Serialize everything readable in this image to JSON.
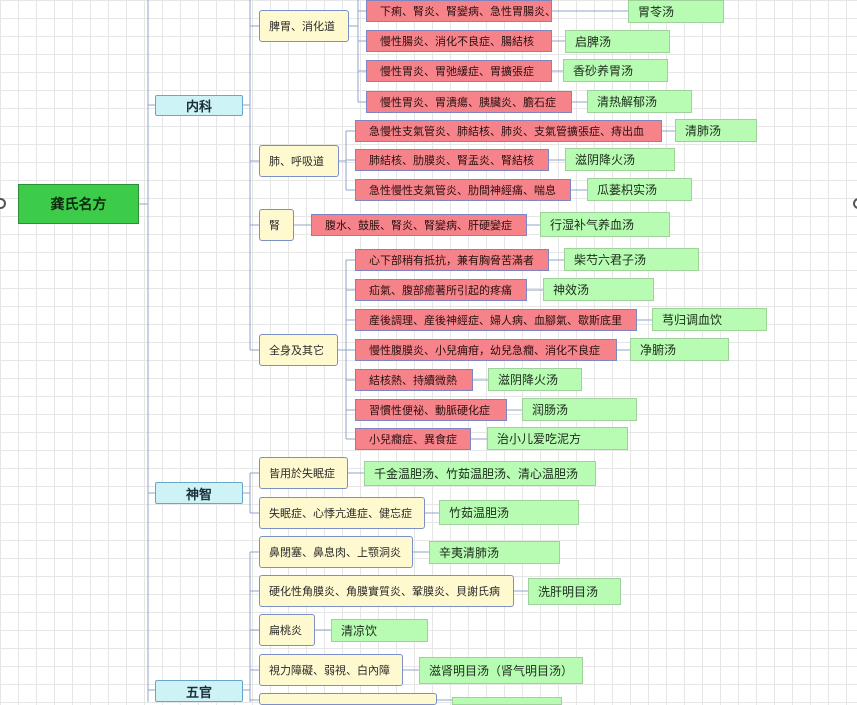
{
  "root": "龚氏名方",
  "categories": {
    "neike": "内科",
    "shenzhi": "神智",
    "wuguan": "五官"
  },
  "systems": {
    "piwei": "脾胃、消化道",
    "fei": "肺、呼吸道",
    "shen": "腎",
    "quanshen": "全身及其它",
    "shimian1": "皆用於失眠症",
    "shimian2": "失眠症、心悸亢進症、健忘症",
    "bi": "鼻閉塞、鼻息肉、上颚洞炎",
    "yan": "硬化性角膜炎、角膜實質炎、鞏膜炎、貝謝氏病",
    "bian": "扁桃炎",
    "shili": "視力障礙、弱視、白內障"
  },
  "symptoms": {
    "pw1": "下痢、腎炎、腎變病、急性胃腸炎、腹痛下痢",
    "pw2": "慢性腸炎、消化不良症、腸結核",
    "pw3": "慢性胃炎、胃弛緩症、胃擴張症",
    "pw4": "慢性胃炎、胃潰瘍、胰臟炎、膽石症",
    "f1": "急慢性支氣管炎、肺結核、肺炎、支氣管擴張症、痔出血",
    "f2": "肺結核、肋膜炎、腎盂炎、腎結核",
    "f3": "急性慢性支氣管炎、肋間神經痛、喘息",
    "s1": "腹水、鼓脹、腎炎、腎變病、肝硬變症",
    "q1": "心下部稍有抵抗，兼有胸脅苦滿者",
    "q2": "疝氣、腹部癒著所引起的疼痛",
    "q3": "産後調理、産後神經症、婦人病、血腳氣、歇斯底里",
    "q4": "慢性腹膜炎、小兒痈疳，幼兒急癇、消化不良症",
    "q5": "結核熱、持續微熱",
    "q6": "習慣性便祕、動脈硬化症",
    "q7": "小兒癇症、異食症"
  },
  "formulas": {
    "pw1": "胃苓汤",
    "pw2": "启脾汤",
    "pw3": "香砂养胃汤",
    "pw4": "清热解郁汤",
    "f1": "清肺汤",
    "f2": "滋阴降火汤",
    "f3": "瓜蒌枳实汤",
    "s1": "行湿补气养血汤",
    "q1": "柴芍六君子汤",
    "q2": "神效汤",
    "q3": "芎归调血饮",
    "q4": "净腑汤",
    "q5": "滋阴降火汤",
    "q6": "润肠汤",
    "q7": "治小儿爱吃泥方",
    "sm1": "千金温胆汤、竹茹温胆汤、清心温胆汤",
    "sm2": "竹茹温胆汤",
    "bi": "辛夷清肺汤",
    "yan": "洗肝明目汤",
    "bian": "清凉饮",
    "shili": "滋肾明目汤（肾气明目汤）"
  }
}
